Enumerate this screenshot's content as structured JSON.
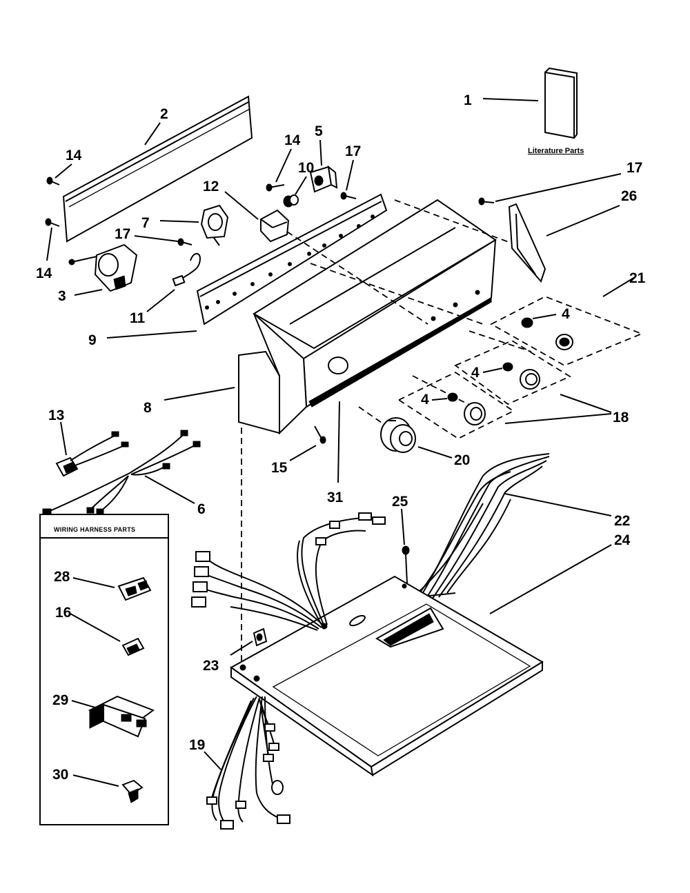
{
  "labels": {
    "n1": "1",
    "n2": "2",
    "n3": "3",
    "n4a": "4",
    "n4b": "4",
    "n4c": "4",
    "n5": "5",
    "n6": "6",
    "n7": "7",
    "n8": "8",
    "n9": "9",
    "n10": "10",
    "n11": "11",
    "n12": "12",
    "n13": "13",
    "n14a": "14",
    "n14b": "14",
    "n14c": "14",
    "n15": "15",
    "n16": "16",
    "n17a": "17",
    "n17b": "17",
    "n17c": "17",
    "n18": "18",
    "n19": "19",
    "n20": "20",
    "n21": "21",
    "n22": "22",
    "n23": "23",
    "n24": "24",
    "n25": "25",
    "n26": "26",
    "n28": "28",
    "n29": "29",
    "n30": "30",
    "n31": "31"
  },
  "literature_label": "Literature Parts",
  "harness_box_title": "WIRING HARNESS PARTS"
}
